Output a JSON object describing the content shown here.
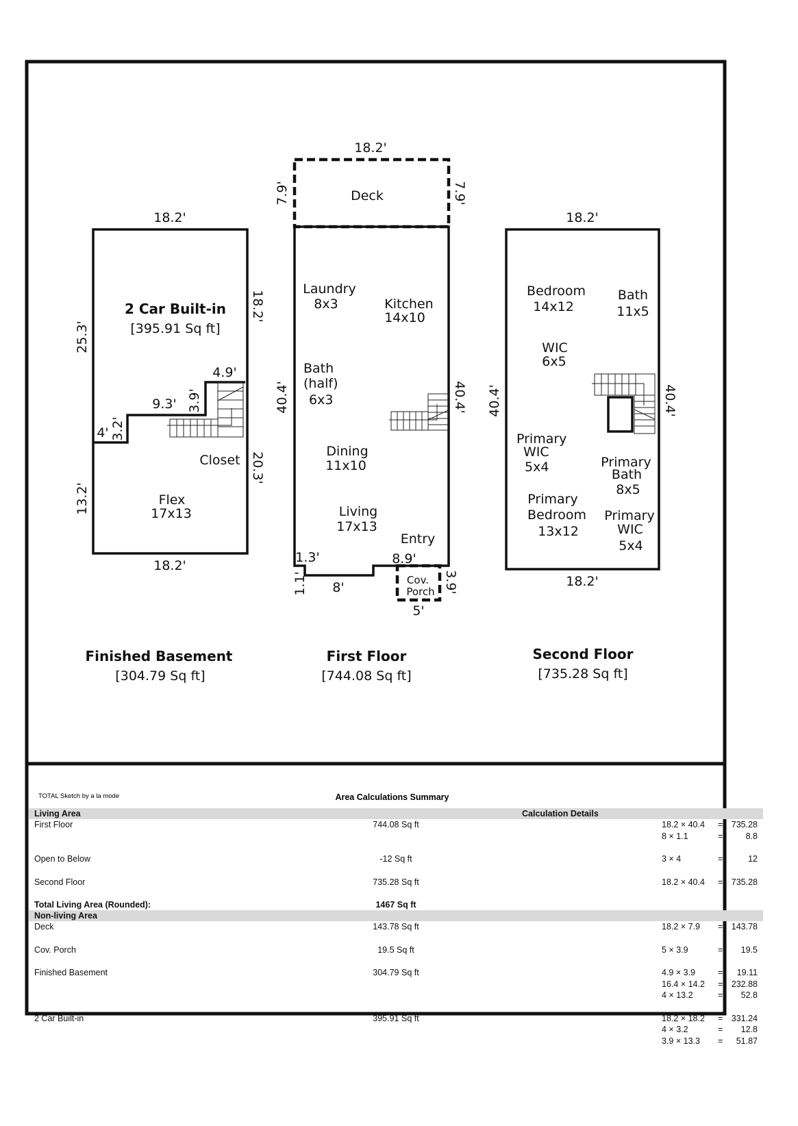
{
  "basement": {
    "title": "Finished Basement",
    "area": "[304.79 Sq ft]",
    "garage_name": "2 Car Built-in",
    "garage_area": "[395.91 Sq ft]",
    "rooms": {
      "closet": "Closet",
      "flex": "Flex",
      "flex_size": "17x13"
    },
    "dims": {
      "top": "18.2'",
      "bottom": "18.2'",
      "left_upper": "25.3'",
      "left_lower": "13.2'",
      "right_upper": "18.2'",
      "right_lower": "20.3'",
      "step_a": "4.9'",
      "step_b": "3.9'",
      "step_c": "9.3'",
      "step_d": "3.2'",
      "step_e": "4'"
    }
  },
  "first_floor": {
    "title": "First Floor",
    "area": "[744.08 Sq ft]",
    "rooms": {
      "deck": "Deck",
      "laundry": "Laundry",
      "laundry_size": "8x3",
      "kitchen": "Kitchen",
      "kitchen_size": "14x10",
      "bath": "Bath",
      "bath_sub": "(half)",
      "bath_size": "6x3",
      "dining": "Dining",
      "dining_size": "11x10",
      "living": "Living",
      "living_size": "17x13",
      "entry": "Entry",
      "porch1": "Cov.",
      "porch2": "Porch"
    },
    "dims": {
      "deck_top": "18.2'",
      "deck_left": "7.9'",
      "deck_right": "7.9'",
      "left": "40.4'",
      "right": "40.4'",
      "b1": "1.3'",
      "b2": "8.9'",
      "b3": "1.1'",
      "b4": "8'",
      "porch_w": "5'",
      "porch_h": "3.9'"
    }
  },
  "second_floor": {
    "title": "Second Floor",
    "area": "[735.28 Sq ft]",
    "rooms": {
      "bedroom": "Bedroom",
      "bedroom_size": "14x12",
      "bath": "Bath",
      "bath_size": "11x5",
      "wic": "WIC",
      "wic_size": "6x5",
      "pwic1_a": "Primary",
      "pwic1_b": "WIC",
      "pwic1_size": "5x4",
      "pbath_a": "Primary",
      "pbath_b": "Bath",
      "pbath_size": "8x5",
      "pbed_a": "Primary",
      "pbed_b": "Bedroom",
      "pbed_size": "13x12",
      "pwic2_a": "Primary",
      "pwic2_b": "WIC",
      "pwic2_size": "5x4"
    },
    "dims": {
      "top": "18.2'",
      "bottom": "18.2'",
      "left": "40.4'",
      "right": "40.4'"
    }
  },
  "credit": "TOTAL Sketch by a la mode",
  "summary_title": "Area Calculations Summary",
  "table": {
    "living_header": "Living Area",
    "calc_header": "Calculation Details",
    "first_floor": {
      "name": "First Floor",
      "area": "744.08 Sq ft",
      "calcs": [
        [
          "18.2 × 40.4",
          "=",
          "735.28"
        ],
        [
          "8 × 1.1",
          "=",
          "8.8"
        ]
      ]
    },
    "open_below": {
      "name": "Open to Below",
      "area": "-12 Sq ft",
      "calcs": [
        [
          "3 × 4",
          "=",
          "12"
        ]
      ]
    },
    "second_floor": {
      "name": "Second Floor",
      "area": "735.28 Sq ft",
      "calcs": [
        [
          "18.2 × 40.4",
          "=",
          "735.28"
        ]
      ]
    },
    "total": {
      "name": "Total Living Area (Rounded):",
      "area": "1467 Sq ft"
    },
    "nonliving_header": "Non-living Area",
    "deck": {
      "name": "Deck",
      "area": "143.78 Sq ft",
      "calcs": [
        [
          "18.2 × 7.9",
          "=",
          "143.78"
        ]
      ]
    },
    "porch": {
      "name": "Cov. Porch",
      "area": "19.5 Sq ft",
      "calcs": [
        [
          "5 × 3.9",
          "=",
          "19.5"
        ]
      ]
    },
    "basement": {
      "name": "Finished Basement",
      "area": "304.79 Sq ft",
      "calcs": [
        [
          "4.9 × 3.9",
          "=",
          "19.11"
        ],
        [
          "16.4 × 14.2",
          "=",
          "232.88"
        ],
        [
          "4 × 13.2",
          "=",
          "52.8"
        ]
      ]
    },
    "garage": {
      "name": "2 Car Built-in",
      "area": "395.91 Sq ft",
      "calcs": [
        [
          "18.2 × 18.2",
          "=",
          "331.24"
        ],
        [
          "4 × 3.2",
          "=",
          "12.8"
        ],
        [
          "3.9 × 13.3",
          "=",
          "51.87"
        ]
      ]
    }
  }
}
